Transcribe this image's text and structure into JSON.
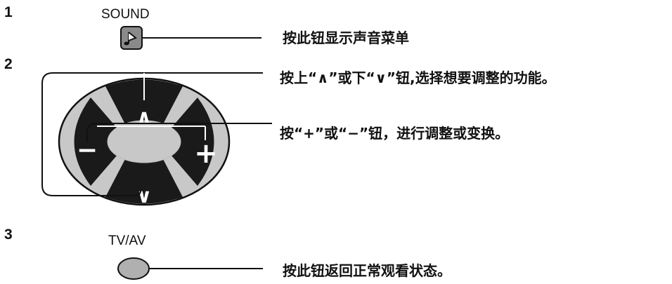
{
  "steps": {
    "s1": "1",
    "s2": "2",
    "s3": "3"
  },
  "buttons": {
    "sound_label": "SOUND",
    "tvav_label": "TV/AV",
    "up_symbol": "∧",
    "down_symbol": "∨",
    "minus_symbol": "−",
    "plus_symbol": "+"
  },
  "instructions": {
    "sound": "按此钮显示声音菜单",
    "select": "按上“∧”或下“∨”钮,选择想要调整的功能。",
    "adjust": "按“+”或“−”钮，进行调整或变换。",
    "return": "按此钮返回正常观看状态。"
  },
  "icons": {
    "sound_button": "music-note-icon",
    "tvav_button": "round-button-icon"
  },
  "colors": {
    "pad_dark": "#1a1a1a",
    "pad_light": "#c8c8c8",
    "tvav_fill": "#b0b0b0",
    "sound_fill": "#8a8a8a"
  }
}
